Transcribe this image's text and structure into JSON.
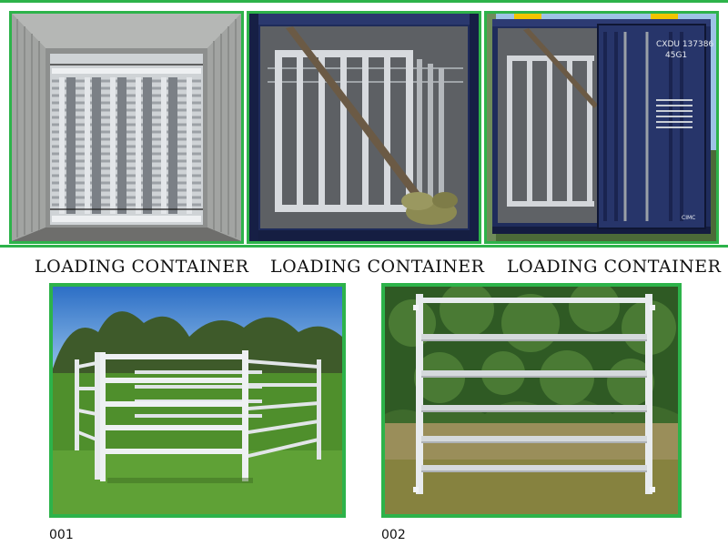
{
  "captions": [
    "LOADING CONTAINER",
    "LOADING CONTAINER",
    "LOADING CONTAINER"
  ],
  "products": [
    {
      "code": "001"
    },
    {
      "code": "002"
    }
  ],
  "container_markings": {
    "number": "CXDU 137386 4",
    "size_type": "45G1",
    "logo": "CIMC"
  },
  "colors": {
    "frame_green": "#2db34a",
    "container_blue": "#1e2b5a",
    "steel": "#c9cdd2",
    "grass": "#4a8a2a",
    "sky": "#3a7fd0"
  }
}
